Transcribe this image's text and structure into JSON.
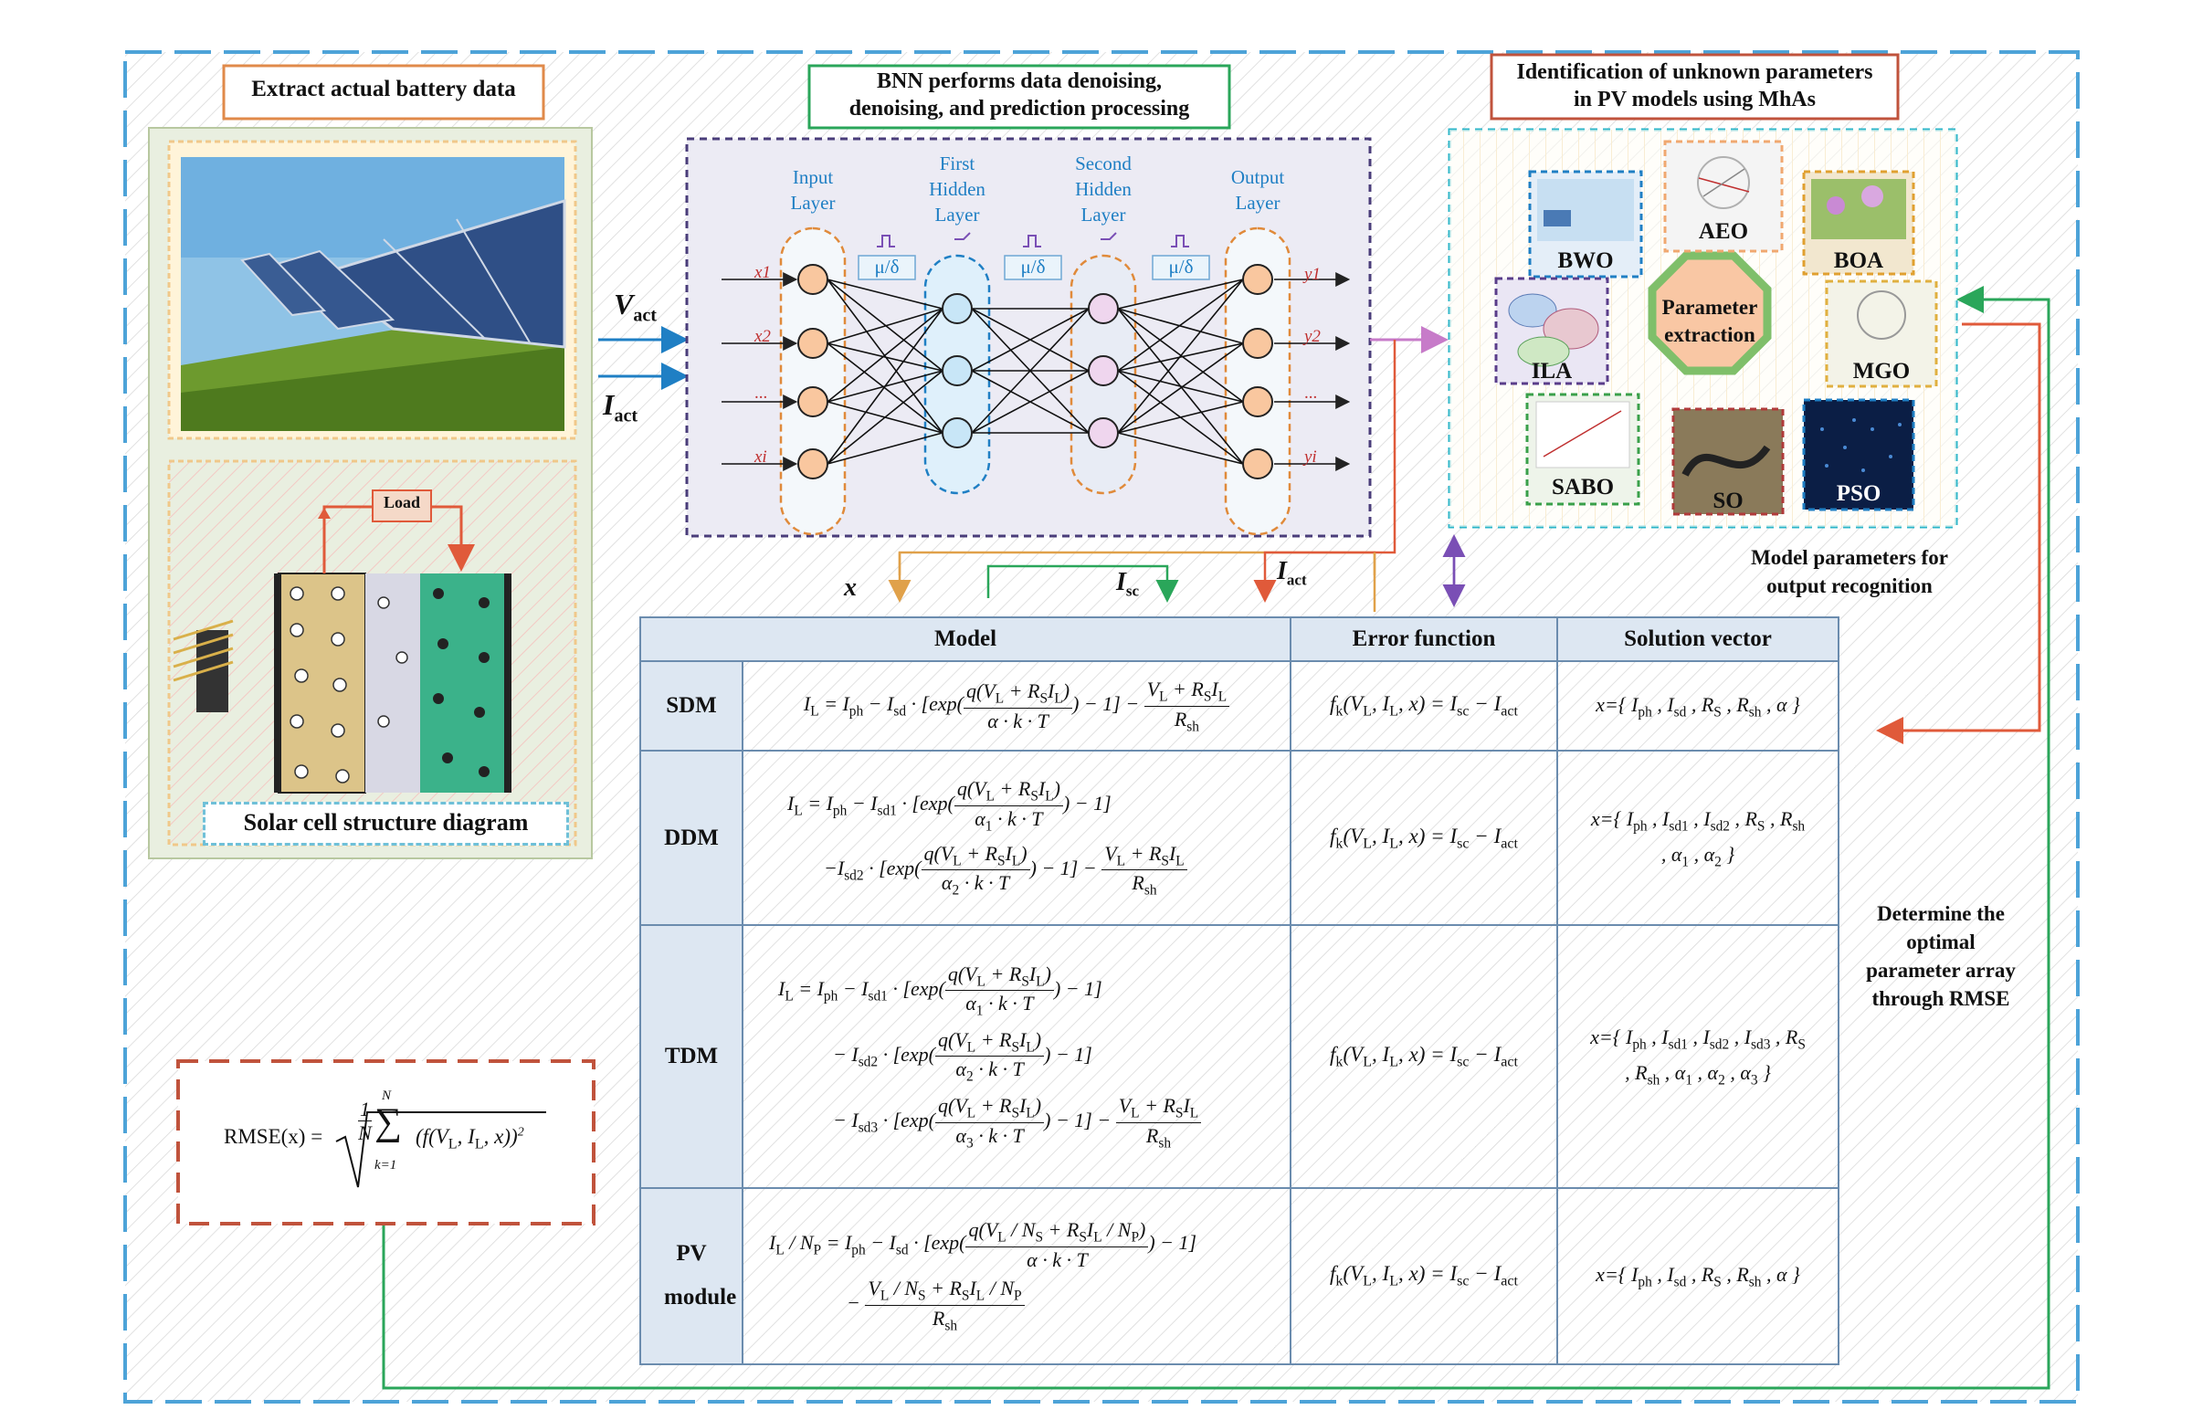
{
  "boxes": {
    "extract": "Extract actual battery data",
    "bnn_line1": "BNN performs data denoising,",
    "bnn_line2": "denoising, and prediction processing",
    "identify_line1": "Identification of unknown parameters",
    "identify_line2": "in PV models using MhAs",
    "solar_caption": "Solar cell structure diagram",
    "load": "Load"
  },
  "network": {
    "layers": [
      {
        "line1": "Input",
        "line2": "Layer",
        "line3": ""
      },
      {
        "line1": "First",
        "line2": "Hidden",
        "line3": "Layer"
      },
      {
        "line1": "Second",
        "line2": "Hidden",
        "line3": "Layer"
      },
      {
        "line1": "Output",
        "line2": "Layer",
        "line3": ""
      }
    ],
    "norm_label": "μ/δ",
    "inputs": [
      "x1",
      "x2",
      "...",
      "xi"
    ],
    "outputs": [
      "y1",
      "y2",
      "...",
      "yi"
    ]
  },
  "signals": {
    "v_act": "V",
    "v_act_sub": "act",
    "i_act": "I",
    "i_act_sub": "act",
    "x": "x",
    "i_sc": "I",
    "i_sc_sub": "sc",
    "i_act2": "I",
    "i_act2_sub": "act"
  },
  "mhas": {
    "center_line1": "Parameter",
    "center_line2": "extraction",
    "algorithms": [
      "BWO",
      "AEO",
      "BOA",
      "ILA",
      "MGO",
      "SABO",
      "SO",
      "PSO"
    ]
  },
  "notes": {
    "output_recog_line1": "Model parameters for",
    "output_recog_line2": "output recognition",
    "optimal_line1": "Determine the",
    "optimal_line2": "optimal",
    "optimal_line3": "parameter array",
    "optimal_line4": "through RMSE"
  },
  "table": {
    "headers": [
      "Model",
      "Error function",
      "Solution vector"
    ],
    "rows": [
      "SDM",
      "DDM",
      "TDM",
      "PV module"
    ]
  },
  "rmse_label": "RMSE(x) =",
  "colors": {
    "outer_dash": "#4da3d8",
    "orange": "#e07b39",
    "green": "#2aa65a",
    "purple": "#4a3d7a",
    "teal": "#2bb5c8",
    "red_dash": "#c0533c"
  }
}
